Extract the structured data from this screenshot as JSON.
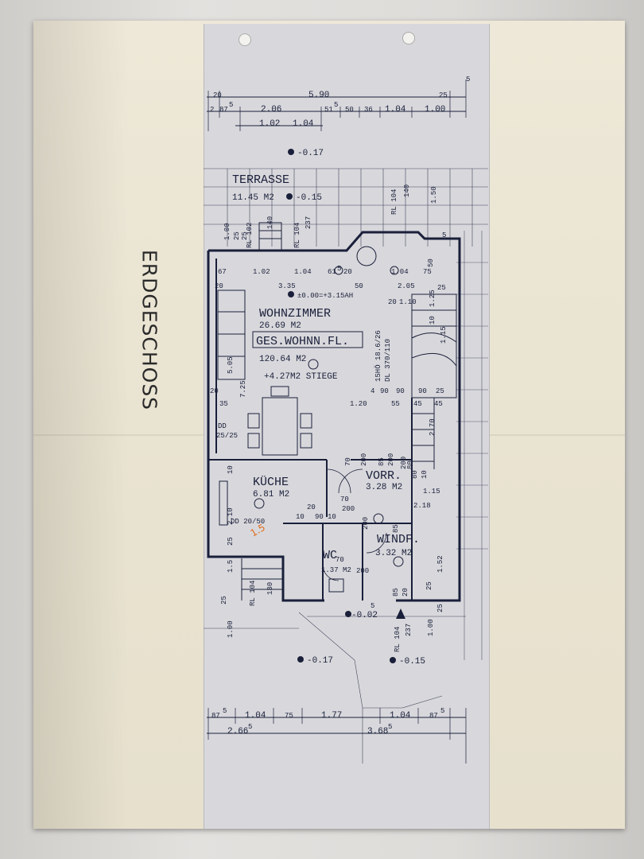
{
  "sheet_title": "ERDGESCHOSS",
  "top_dims": {
    "overall": "5.90",
    "row1": [
      "20",
      "2",
      "87",
      "5",
      "2.06",
      "51",
      "5",
      "50",
      "36",
      "1.04",
      "1.00",
      "25",
      "5"
    ],
    "row2": [
      "1.02",
      "1.04"
    ]
  },
  "levels": {
    "top": "-0.17",
    "terrace": "-0.15",
    "floor": "±0.00=+3.15AH",
    "bottom_left": "-0.17",
    "bottom_right": "-0.15",
    "entry": "-0.02"
  },
  "rooms": {
    "terrasse_name": "TERRASSE",
    "terrasse_area": "11.45 M2",
    "wohnzimmer_name": "WOHNZIMMER",
    "wohnzimmer_area": "26.69 M2",
    "ges_label": "GES.WOHNN.FL.",
    "ges_area": "120.64 M2",
    "stiege_note": "+4.27M2 STIEGE",
    "kuche_name": "KÜCHE",
    "kuche_area": "6.81 M2",
    "vorr_name": "VORR.",
    "vorr_area": "3.28 M2",
    "windf_name": "WINDF.",
    "windf_area": "3.32 M2",
    "wc_name": "WC",
    "wc_area": "1.37 M2"
  },
  "stair_note": "15HÖ 18.6/26",
  "stair_note2": "DL 370/110",
  "rl_labels": [
    "RL 104",
    "140",
    "RL 102",
    "140",
    "RL 104",
    "237",
    "RL 104",
    "130",
    "RL 104",
    "237"
  ],
  "dd_labels": [
    "DD",
    "25/25",
    "DD 20/50"
  ],
  "side_dims_left": [
    "1.00",
    "25",
    "25",
    "67",
    "20",
    "5.05",
    "20",
    "35",
    "7.25",
    "10",
    "2.10",
    "25",
    "1.5",
    "25",
    "1.00"
  ],
  "side_dims_right": [
    "1.50",
    "5",
    "50",
    "75",
    "25",
    "1.25",
    "10",
    "1.15",
    "90",
    "25",
    "2.70",
    "80",
    "10",
    "1.15",
    "2.18",
    "1.52",
    "25",
    "25",
    "1.00"
  ],
  "inner_dims": [
    "1.02",
    "1.04",
    "61",
    "5",
    "20",
    "1.04",
    "3.35",
    "50",
    "2.05",
    "20",
    "1.10",
    "4",
    "90",
    "90",
    "55",
    "45",
    "45",
    "1.20",
    "200",
    "70",
    "85",
    "200",
    "80",
    "200",
    "70",
    "200",
    "20",
    "10",
    "90",
    "10",
    "200",
    "85",
    "70",
    "200",
    "20",
    "5",
    "85"
  ],
  "handwritten": "1.5",
  "bottom_dims": {
    "row1": [
      "87",
      "5",
      "1.04",
      "75",
      "1.77",
      "1.04",
      "87",
      "5"
    ],
    "row2": [
      "2.66",
      "5",
      "3.68",
      "5"
    ]
  },
  "colors": {
    "paper": "#ece6d4",
    "strip": "#d8d8dc",
    "ink": "#1a1f3a",
    "handwritten": "#e06a1a"
  }
}
